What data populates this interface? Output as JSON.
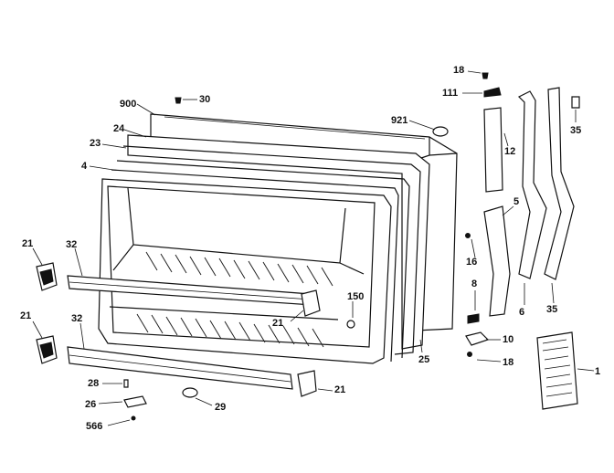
{
  "labels": {
    "p18_top": "18",
    "p111": "111",
    "p900": "900",
    "p30": "30",
    "p921": "921",
    "p35_top": "35",
    "p24": "24",
    "p12": "12",
    "p23": "23",
    "p4": "4",
    "p5": "5",
    "p21_upper": "21",
    "p32_upper": "32",
    "p16": "16",
    "p8": "8",
    "p150": "150",
    "p21_mid": "21",
    "p6": "6",
    "p35_bottom": "35",
    "p21_lower": "21",
    "p32_lower": "32",
    "p25": "25",
    "p10": "10",
    "p18_bottom": "18",
    "p1": "1",
    "p28": "28",
    "p21_bottom": "21",
    "p26": "26",
    "p29": "29",
    "p566": "566"
  }
}
